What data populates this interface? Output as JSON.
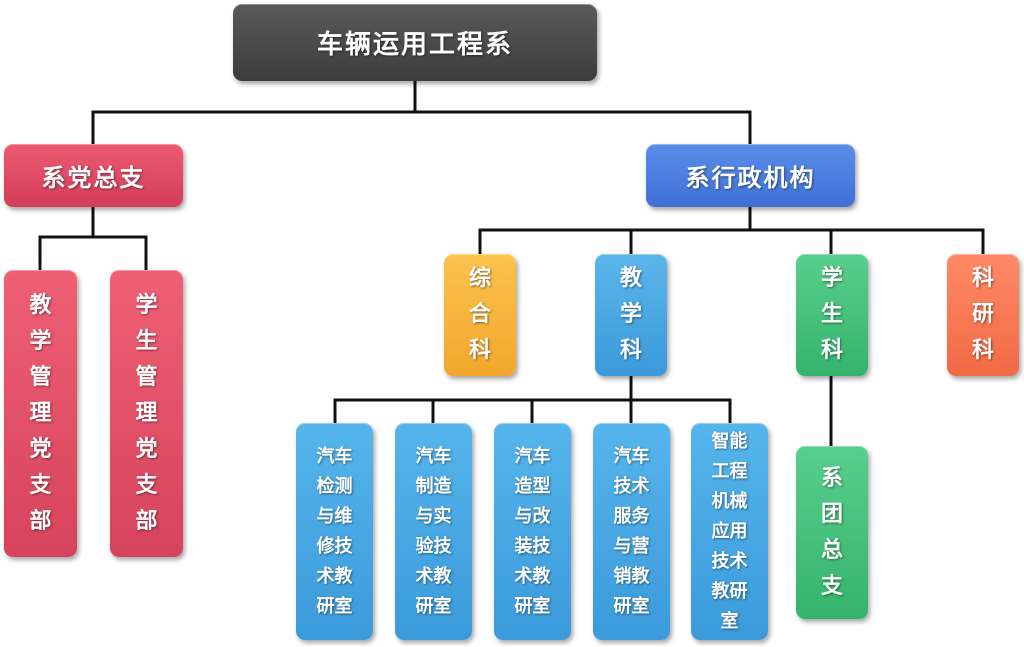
{
  "chart": {
    "root": "车辆运用工程系",
    "party_branch": {
      "label": "系党总支",
      "children": [
        "教学管理党支部",
        "学生管理党支部"
      ]
    },
    "admin": {
      "label": "系行政机构",
      "departments": [
        "综合科",
        "教学科",
        "学生科",
        "科研科"
      ],
      "teaching_sections": [
        [
          "汽车",
          "检测",
          "与维",
          "修技",
          "术教",
          "研室"
        ],
        [
          "汽车",
          "制造",
          "与实",
          "验技",
          "术教",
          "研室"
        ],
        [
          "汽车",
          "造型",
          "与改",
          "装技",
          "术教",
          "研室"
        ],
        [
          "汽车",
          "技术",
          "服务",
          "与营",
          "销教",
          "研室"
        ],
        [
          "智能",
          "工程",
          "机械",
          "应用",
          "技术",
          "教研",
          "室"
        ]
      ],
      "student_sub": "系团总支"
    }
  },
  "colors": {
    "root": "#4a4a4a",
    "party": "#e04a64",
    "admin": "#4f80e2",
    "general": "#f7b43c",
    "teaching": "#48a8e2",
    "student": "#45c27c",
    "research": "#f77a55"
  }
}
